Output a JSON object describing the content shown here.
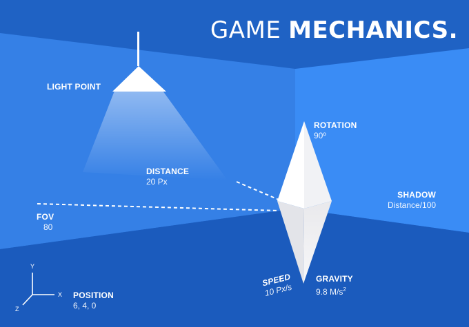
{
  "title": {
    "light": "GAME",
    "bold": "MECHANICS."
  },
  "labels": {
    "light_point": "LIGHT POINT",
    "rotation": {
      "heading": "ROTATION",
      "value": "90º"
    },
    "distance": {
      "heading": "DISTANCE",
      "value": "20 Px"
    },
    "shadow": {
      "heading": "SHADOW",
      "value": "Distance/100"
    },
    "fov": {
      "heading": "FOV",
      "value": "80"
    },
    "speed": {
      "heading": "SPEED",
      "value": "10 Px/s"
    },
    "gravity": {
      "heading": "GRAVITY",
      "value": "9.8 M/s",
      "exponent": "2"
    },
    "position": {
      "heading": "POSITION",
      "value": "6, 4, 0"
    }
  },
  "axes": {
    "x": "X",
    "y": "Y",
    "z": "Z"
  },
  "colors": {
    "background": "#1f62c4",
    "left_wall": "#3580e6",
    "right_wall": "#3a8cf5",
    "floor": "#1b5bbd",
    "accent": "#ffffff"
  }
}
